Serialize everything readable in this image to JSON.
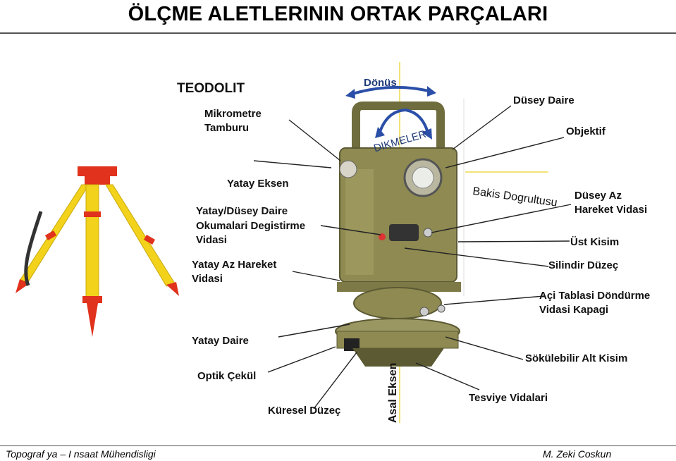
{
  "title": "ÖLÇME ALETLERININ ORTAK PARÇALARI",
  "footer": {
    "left": "Topograf ya – I nsaat Mühendisligi",
    "right": "M. Zeki Coskun"
  },
  "labels": {
    "teodolit": "TEODOLIT",
    "mikrometre": "Mikrometre",
    "tamburu": "Tamburu",
    "donus": "Dönüs",
    "dikmeler": "DIKMELER",
    "dusey_daire": "Düsey Daire",
    "objektif": "Objektif",
    "yatay_eksen": "Yatay Eksen",
    "okuma_1": "Yatay/Düsey Daire",
    "okuma_2": "Okumalari Degistirme",
    "okuma_3": "Vidasi",
    "yatay_az_1": "Yatay Az Hareket",
    "yatay_az_2": "Vidasi",
    "bakis": "Bakis Dogrultusu",
    "dusey_az_1": "Düsey Az",
    "dusey_az_2": "Hareket  Vidasi",
    "ust_kisim": "Üst Kisim",
    "silindir": "Silindir Düzeç",
    "aci_1": "Açi Tablasi Döndürme",
    "aci_2": "Vidasi Kapagi",
    "yatay_daire": "Yatay Daire",
    "optik": "Optik Çekül",
    "sokulebilir": "Sökülebilir Alt Kisim",
    "asal": "Asal Eksen",
    "tesviye": "Tesviye Vidalari",
    "kuresel": "Küresel Düzeç"
  },
  "colors": {
    "tripod_yellow": "#f2d21a",
    "tripod_red": "#e0321c",
    "instrument": "#8e8a52",
    "arrow_blue": "#2b4fa8",
    "guide_yellow": "#f3e37a"
  }
}
